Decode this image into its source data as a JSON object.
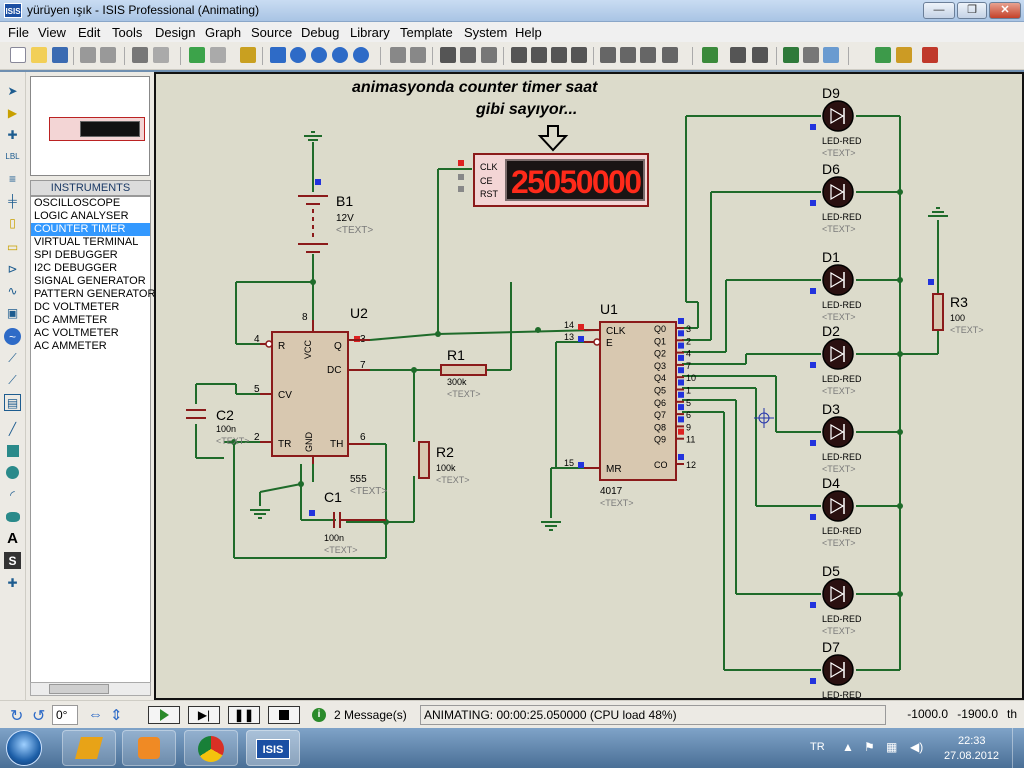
{
  "window": {
    "title": "yürüyen ışık - ISIS Professional (Animating)",
    "app_icon_label": "ISIS",
    "buttons": {
      "minimize": "—",
      "maximize": "❐",
      "close": "✕"
    }
  },
  "menu": {
    "items": [
      "File",
      "View",
      "Edit",
      "Tools",
      "Design",
      "Graph",
      "Source",
      "Debug",
      "Library",
      "Template",
      "System",
      "Help"
    ]
  },
  "instruments": {
    "header": "INSTRUMENTS",
    "items": [
      "OSCILLOSCOPE",
      "LOGIC ANALYSER",
      "COUNTER TIMER",
      "VIRTUAL TERMINAL",
      "SPI DEBUGGER",
      "I2C DEBUGGER",
      "SIGNAL GENERATOR",
      "PATTERN GENERATOR",
      "DC VOLTMETER",
      "DC AMMETER",
      "AC VOLTMETER",
      "AC AMMETER"
    ],
    "selected_index": 2
  },
  "schematic": {
    "annotation_line1": "animasyonda  counter timer saat",
    "annotation_line2": "gibi sayıyor...",
    "counter_display": "25050000",
    "counter_pins": [
      "CLK",
      "CE",
      "RST"
    ],
    "b1": {
      "ref": "B1",
      "value": "12V",
      "text": "<TEXT>"
    },
    "u2": {
      "ref": "U2",
      "part": "555",
      "text": "<TEXT>",
      "pins": {
        "R": "R",
        "VCC": "VCC",
        "Q": "Q",
        "DC": "DC",
        "CV": "CV",
        "TR": "TR",
        "GND": "GND",
        "TH": "TH"
      },
      "pin_numbers": {
        "R": "4",
        "VCC": "8",
        "Q": "3",
        "DC": "7",
        "CV": "5",
        "TR": "2",
        "TH": "6"
      }
    },
    "u1": {
      "ref": "U1",
      "part": "4017",
      "text": "<TEXT>",
      "left_pins": [
        {
          "num": "14",
          "name": "CLK"
        },
        {
          "num": "13",
          "name": "E"
        },
        {
          "num": "15",
          "name": "MR"
        }
      ],
      "right_pins": [
        {
          "num": "3",
          "name": "Q0"
        },
        {
          "num": "2",
          "name": "Q1"
        },
        {
          "num": "4",
          "name": "Q2"
        },
        {
          "num": "7",
          "name": "Q3"
        },
        {
          "num": "10",
          "name": "Q4"
        },
        {
          "num": "1",
          "name": "Q5"
        },
        {
          "num": "5",
          "name": "Q6"
        },
        {
          "num": "6",
          "name": "Q7"
        },
        {
          "num": "9",
          "name": "Q8"
        },
        {
          "num": "11",
          "name": "Q9"
        },
        {
          "num": "12",
          "name": "CO"
        }
      ]
    },
    "r1": {
      "ref": "R1",
      "value": "300k",
      "text": "<TEXT>"
    },
    "r2": {
      "ref": "R2",
      "value": "100k",
      "text": "<TEXT>"
    },
    "r3": {
      "ref": "R3",
      "value": "100",
      "text": "<TEXT>"
    },
    "c1": {
      "ref": "C1",
      "value": "100n",
      "text": "<TEXT>"
    },
    "c2": {
      "ref": "C2",
      "value": "100n",
      "text": "<TEXT>"
    },
    "leds": [
      {
        "ref": "D9",
        "part": "LED-RED",
        "text": "<TEXT>"
      },
      {
        "ref": "D6",
        "part": "LED-RED",
        "text": "<TEXT>"
      },
      {
        "ref": "D1",
        "part": "LED-RED",
        "text": "<TEXT>"
      },
      {
        "ref": "D2",
        "part": "LED-RED",
        "text": "<TEXT>"
      },
      {
        "ref": "D3",
        "part": "LED-RED",
        "text": "<TEXT>"
      },
      {
        "ref": "D4",
        "part": "LED-RED",
        "text": "<TEXT>"
      },
      {
        "ref": "D5",
        "part": "LED-RED",
        "text": "<TEXT>"
      },
      {
        "ref": "D7",
        "part": "LED-RED"
      }
    ]
  },
  "status": {
    "rotation": "0°",
    "messages": "2 Message(s)",
    "animating": "ANIMATING: 00:00:25.050000 (CPU load 48%)",
    "coord_x": "-1000.0",
    "coord_y": "-1900.0",
    "units": "th"
  },
  "taskbar": {
    "language": "TR",
    "time": "22:33",
    "date": "27.08.2012",
    "isis_label": "ISIS"
  },
  "colors": {
    "canvas_bg": "#dcdbcb",
    "wire": "#1f6b2a",
    "component_outline": "#8b1a1a",
    "component_fill": "#d8c8b0",
    "seven_seg": "#ff2a1a",
    "selection": "#3399ff"
  }
}
